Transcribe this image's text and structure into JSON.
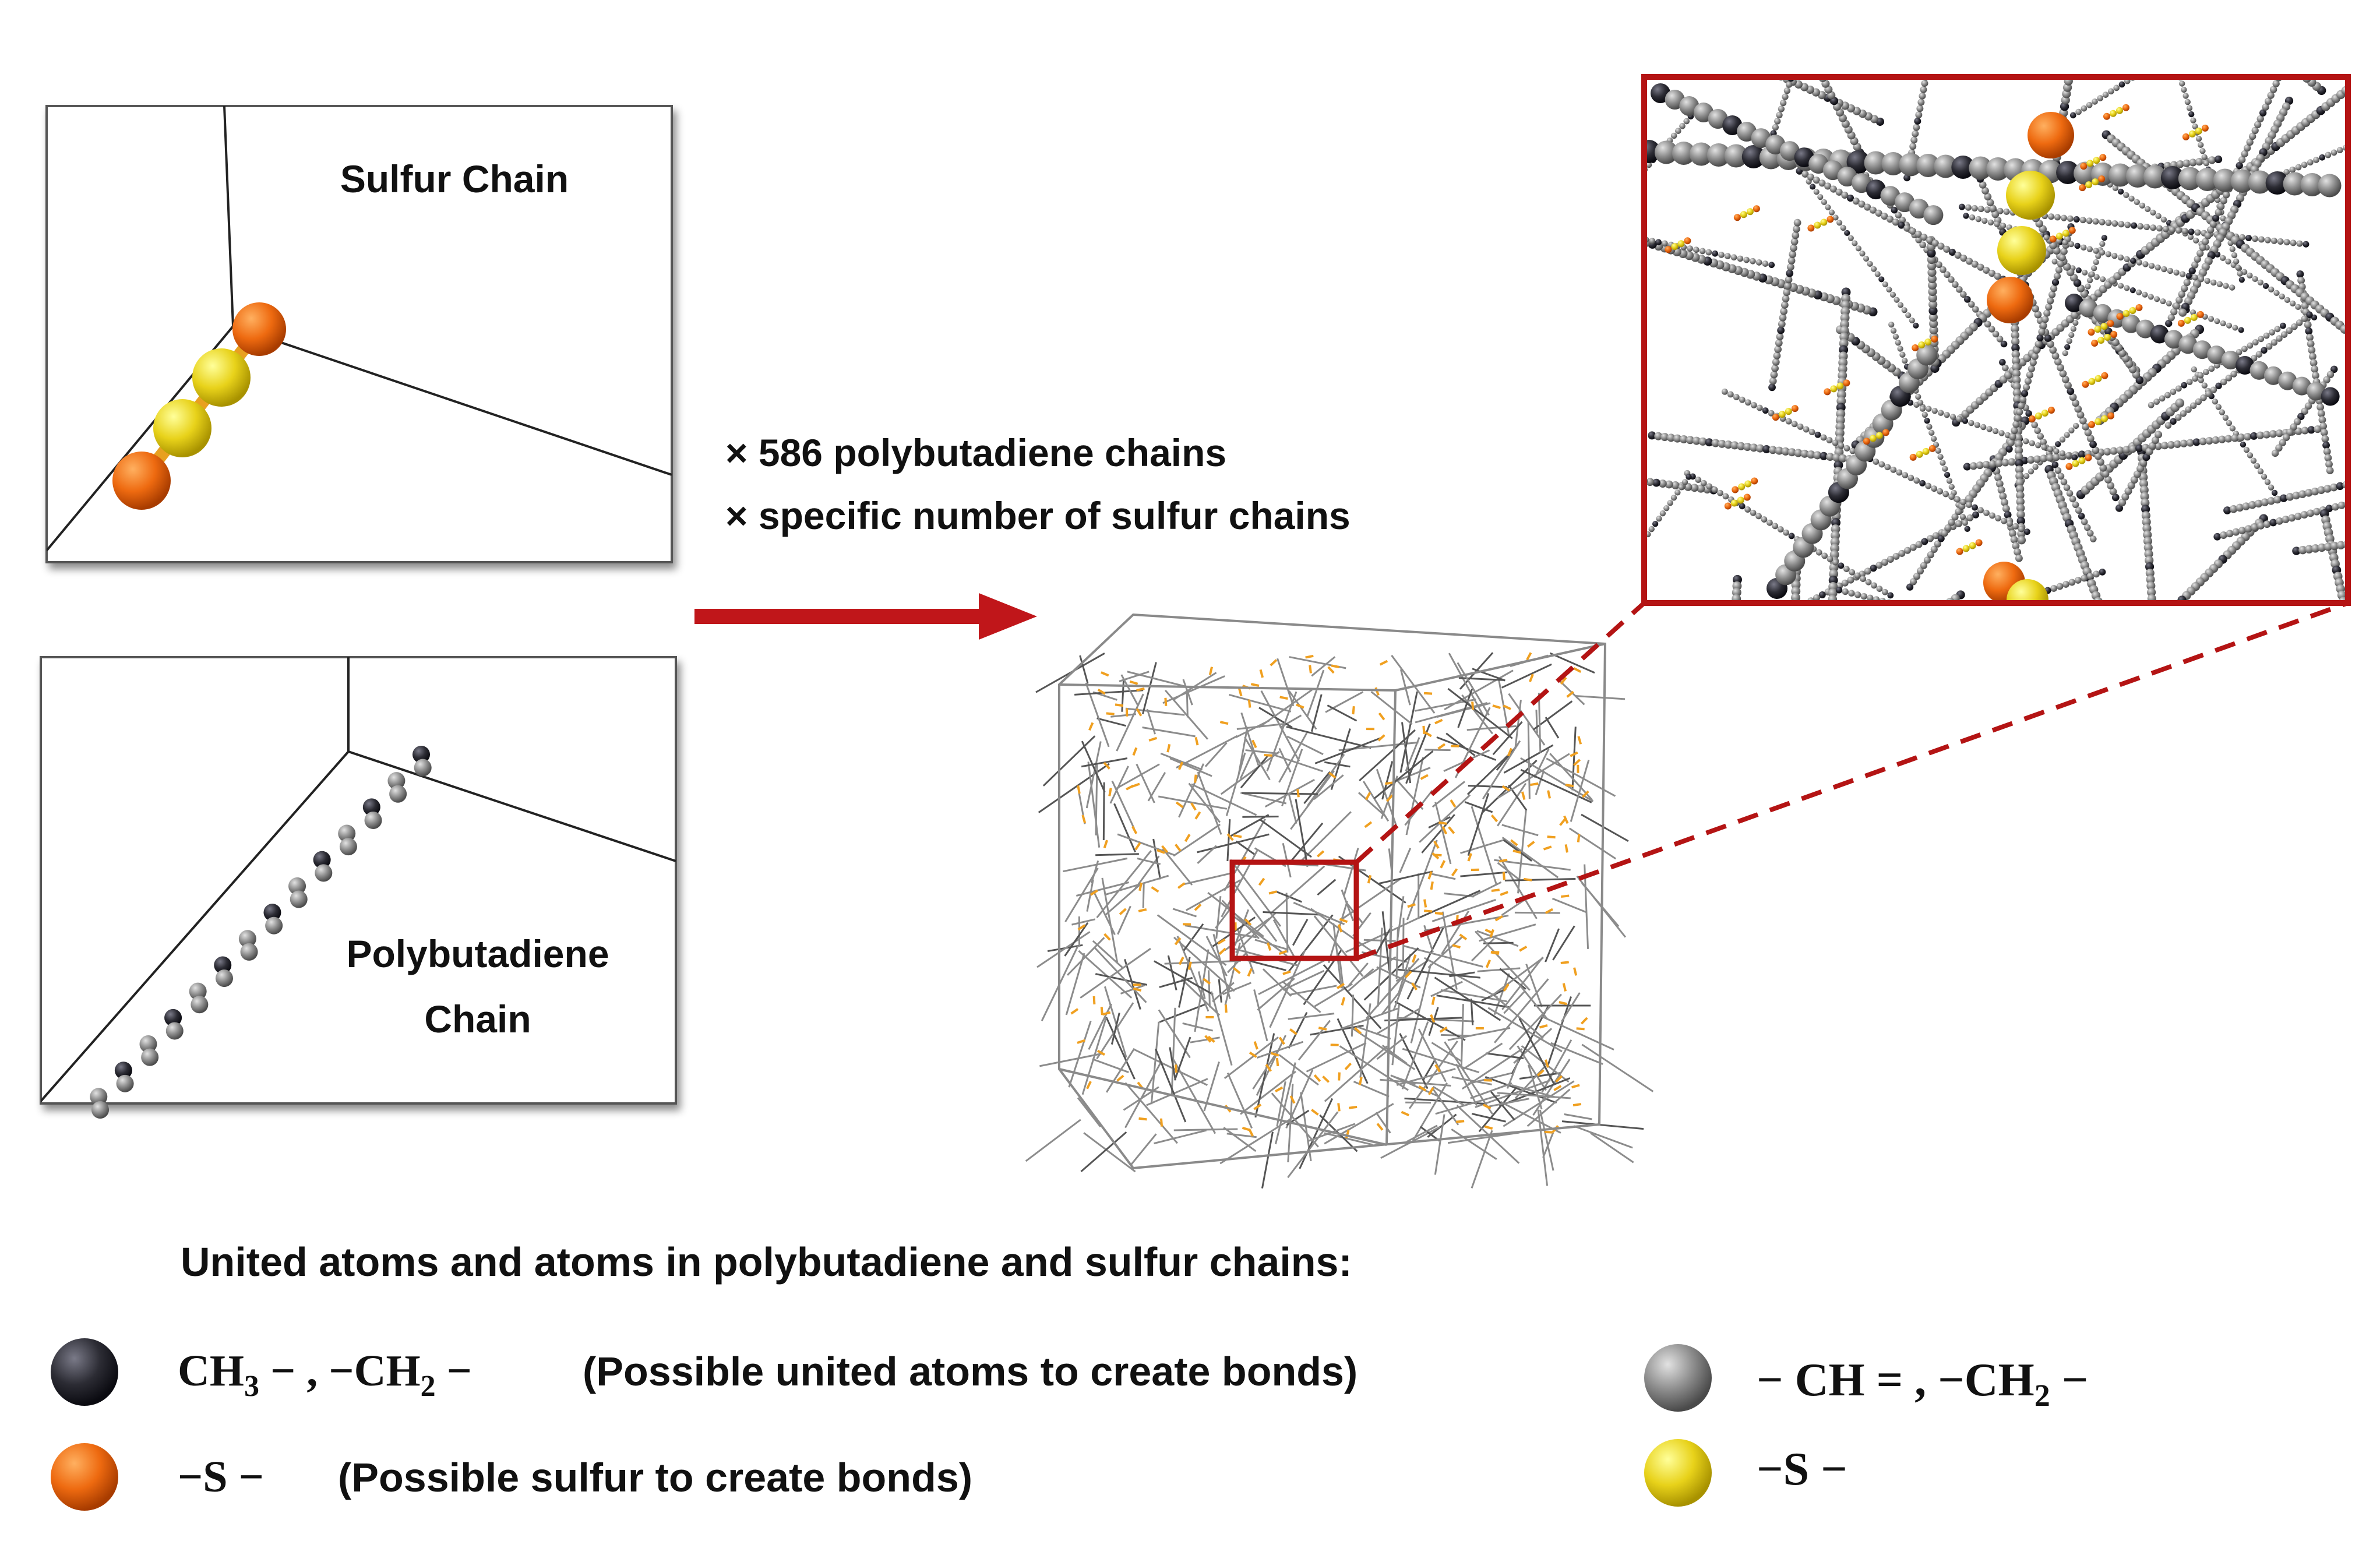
{
  "panels": {
    "sulfur_chain": {
      "title": "Sulfur Chain"
    },
    "polybutadiene_chain": {
      "title_line1": "Polybutadiene",
      "title_line2": "Chain"
    }
  },
  "process": {
    "line1": "× 586 polybutadiene chains",
    "line2": "× specific number of sulfur chains"
  },
  "legend": {
    "heading": "United atoms and atoms in polybutadiene and sulfur chains:",
    "items": [
      {
        "color": "#2c2c34",
        "formula_a": "CH",
        "sub_a": "3",
        "formula_b": " − , −CH",
        "sub_b": "2",
        "formula_c": " −",
        "note": "(Possible united atoms to create bonds)"
      },
      {
        "color": "#ee6a10",
        "formula_a": "−S −",
        "note": "(Possible sulfur to create bonds)"
      },
      {
        "color": "#8c8c8c",
        "formula_a": "− CH = , −CH",
        "sub_a": "2",
        "formula_b": " −"
      },
      {
        "color": "#e8d21a",
        "formula_a": "−S −"
      }
    ]
  },
  "colors": {
    "accent_red": "#b41414",
    "ch3_ch2_united": "#2c2c34",
    "sulfur_bond": "#ee6a10",
    "ch_ch2": "#8c8c8c",
    "sulfur": "#e8d21a",
    "orange_short": "#f0a020"
  }
}
